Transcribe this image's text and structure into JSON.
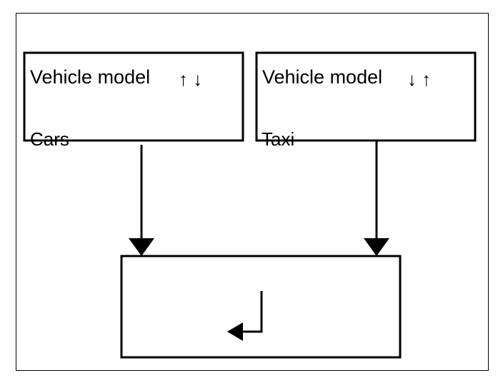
{
  "diagram": {
    "nodes": [
      {
        "id": "cars",
        "title": "Vehicle model",
        "sort_arrows": "↑ ↓",
        "label": "Cars"
      },
      {
        "id": "taxi",
        "title": "Vehicle model",
        "sort_arrows": "↓ ↑",
        "label": "Taxi"
      },
      {
        "id": "target",
        "symbol": "return-arrow-icon"
      }
    ],
    "edges": [
      {
        "from": "cars",
        "to": "target"
      },
      {
        "from": "taxi",
        "to": "target"
      }
    ],
    "colors": {
      "stroke": "#000000",
      "background": "#ffffff"
    }
  }
}
